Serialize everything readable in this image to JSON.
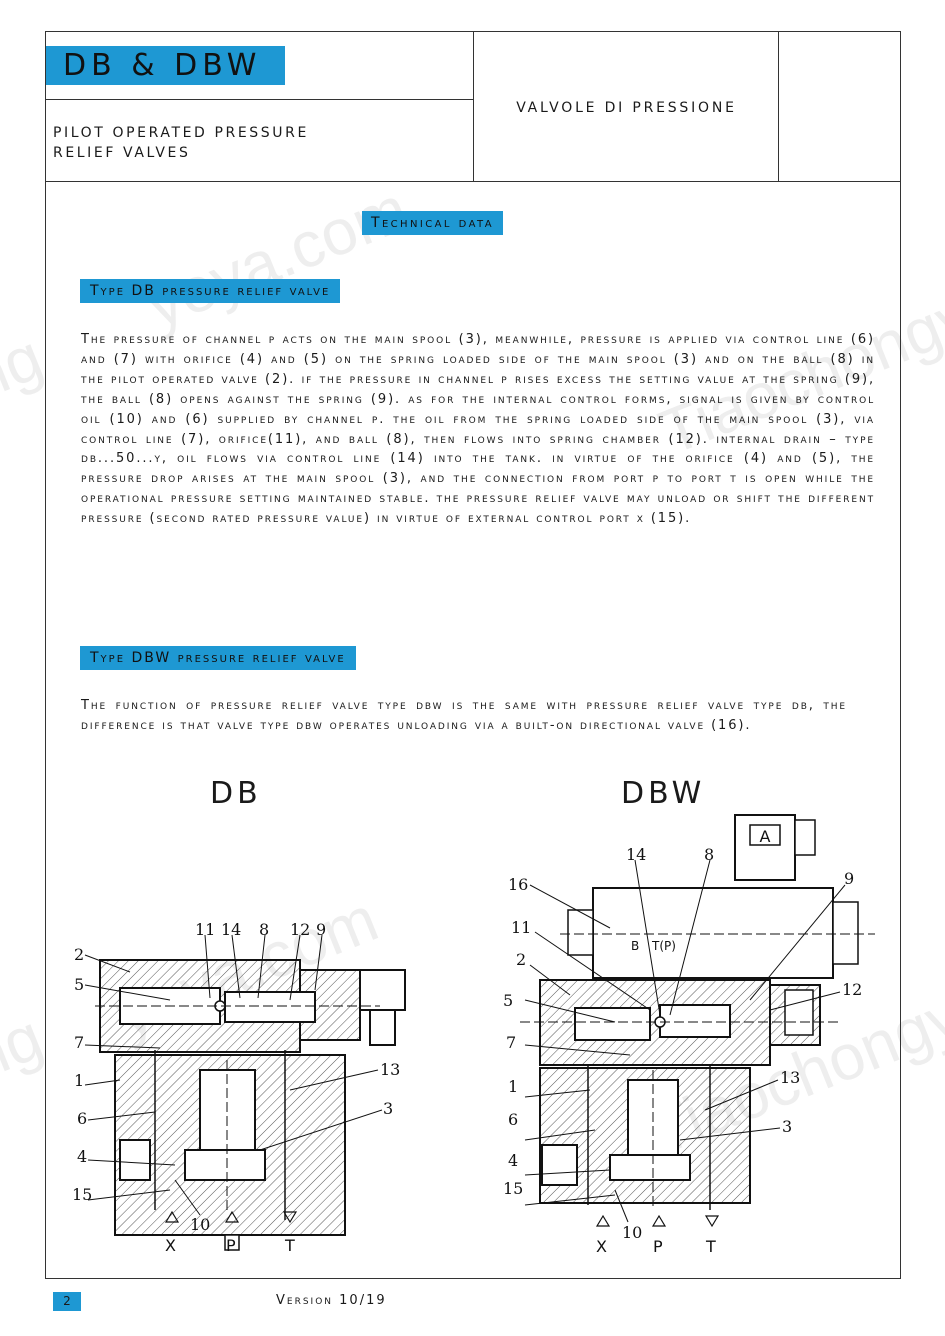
{
  "header": {
    "product_code": "DB & DBW",
    "subtitle_line1": "PILOT OPERATED PRESSURE",
    "subtitle_line2": "RELIEF VALVES",
    "italian_title": "VALVOLE DI PRESSIONE"
  },
  "technical_data": {
    "heading": "Technical data",
    "db_section": {
      "heading": "Type DB pressure relief valve",
      "text": "The pressure of channel P acts on the main spool (3), meanwhile, pressure is applied via control line (6) and (7) with orifice (4) and (5) on the spring loaded side of the main spool (3) and on the ball (8) in the pilot operated valve (2). If the pressure in channel P rises excess the setting value at the spring (9), the ball (8) opens against the spring (9). As for the internal control forms, signal is given by control oil (10) and (6) supplied by channel P. The oil from the spring loaded side of the main spool (3), via control line (7), orifice(11), and ball (8), then flows into spring chamber (12). Internal drain – type DB...50...Y, oil flows via control line (14) into the tank. In virtue of the orifice (4) and (5), the pressure drop arises at the main spool (3), and the connection from port P to port T is open while the operational pressure setting maintained stable. The pressure relief valve may unload or shift the different pressure (second rated pressure value) in virtue of external control port X (15)."
    },
    "dbw_section": {
      "heading": "Type DBW pressure relief valve",
      "text": "The function of pressure relief valve type DBW is the same with pressure relief valve type DB, the difference is that valve type DBW operates unloading via a built-on directional valve (16)."
    }
  },
  "figures": {
    "db": {
      "title": "DB",
      "labels": [
        "2",
        "5",
        "7",
        "1",
        "6",
        "4",
        "15",
        "11",
        "14",
        "8",
        "12",
        "9",
        "13",
        "3",
        "10"
      ],
      "ports": [
        "X",
        "P",
        "T"
      ]
    },
    "dbw": {
      "title": "DBW",
      "labels": [
        "14",
        "8",
        "16",
        "9",
        "11",
        "2",
        "5",
        "7",
        "1",
        "6",
        "4",
        "15",
        "12",
        "13",
        "3",
        "10"
      ],
      "ports": [
        "X",
        "P",
        "T"
      ],
      "solenoid_label": "A",
      "port_b": "B",
      "port_tp": "T(P)"
    }
  },
  "footer": {
    "page_number": "2",
    "version": "Version 10/19"
  },
  "colors": {
    "accent": "#1e98d3",
    "hatch": "#555555"
  }
}
